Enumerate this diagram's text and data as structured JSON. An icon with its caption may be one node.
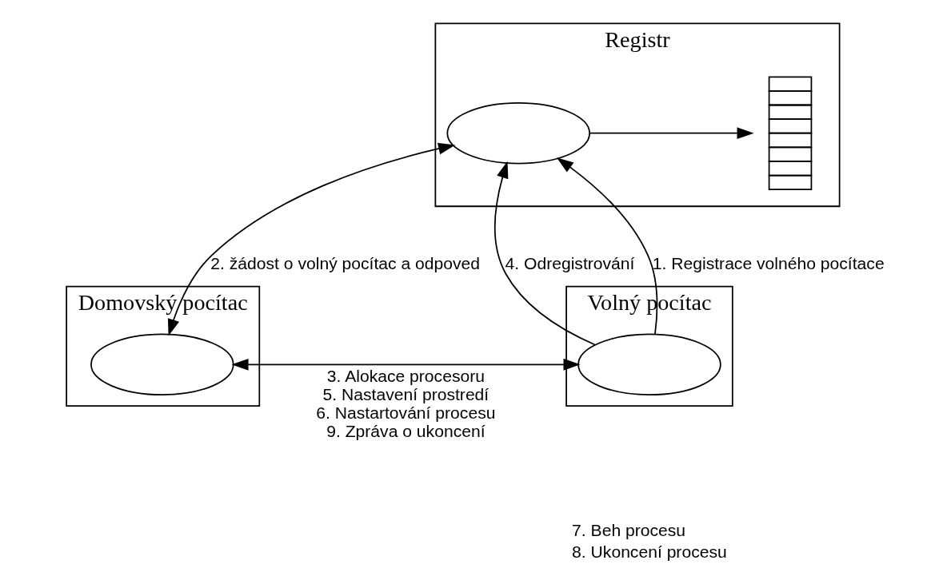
{
  "diagram": {
    "nodes": [
      {
        "text": [
          "Registr"
        ]
      },
      {
        "text": [],
        "shape": "ellipse",
        "in": 0
      },
      {
        "text": [],
        "shape": "table",
        "in": 0
      },
      {
        "text": [
          "Domovský pocítac"
        ]
      },
      {
        "text": [],
        "shape": "ellipse",
        "in": 3
      },
      {
        "text": [
          "Volný pocítac"
        ],
        "beside": [
          "7. Beh procesu",
          "8. Ukoncení procesu"
        ]
      },
      {
        "text": [],
        "shape": "ellipse",
        "in": 5
      }
    ],
    "edges": [
      {
        "from": 1,
        "to": 2,
        "arrow": "to"
      },
      {
        "from": 4,
        "to": 1,
        "arrow": "both",
        "label": "2. žádost o volný pocítac a odpoved"
      },
      {
        "from": 6,
        "to": 1,
        "arrow": "to",
        "label": "4. Odregistrování"
      },
      {
        "from": 6,
        "to": 1,
        "arrow": "to",
        "label": "1. Registrace volného pocítace"
      },
      {
        "from": 4,
        "to": 6,
        "arrow": "both",
        "label": [
          "3. Alokace procesoru",
          "5. Nastavení prostredí",
          "6. Nastartování procesu",
          "9. Zpráva o ukoncení"
        ]
      }
    ]
  }
}
